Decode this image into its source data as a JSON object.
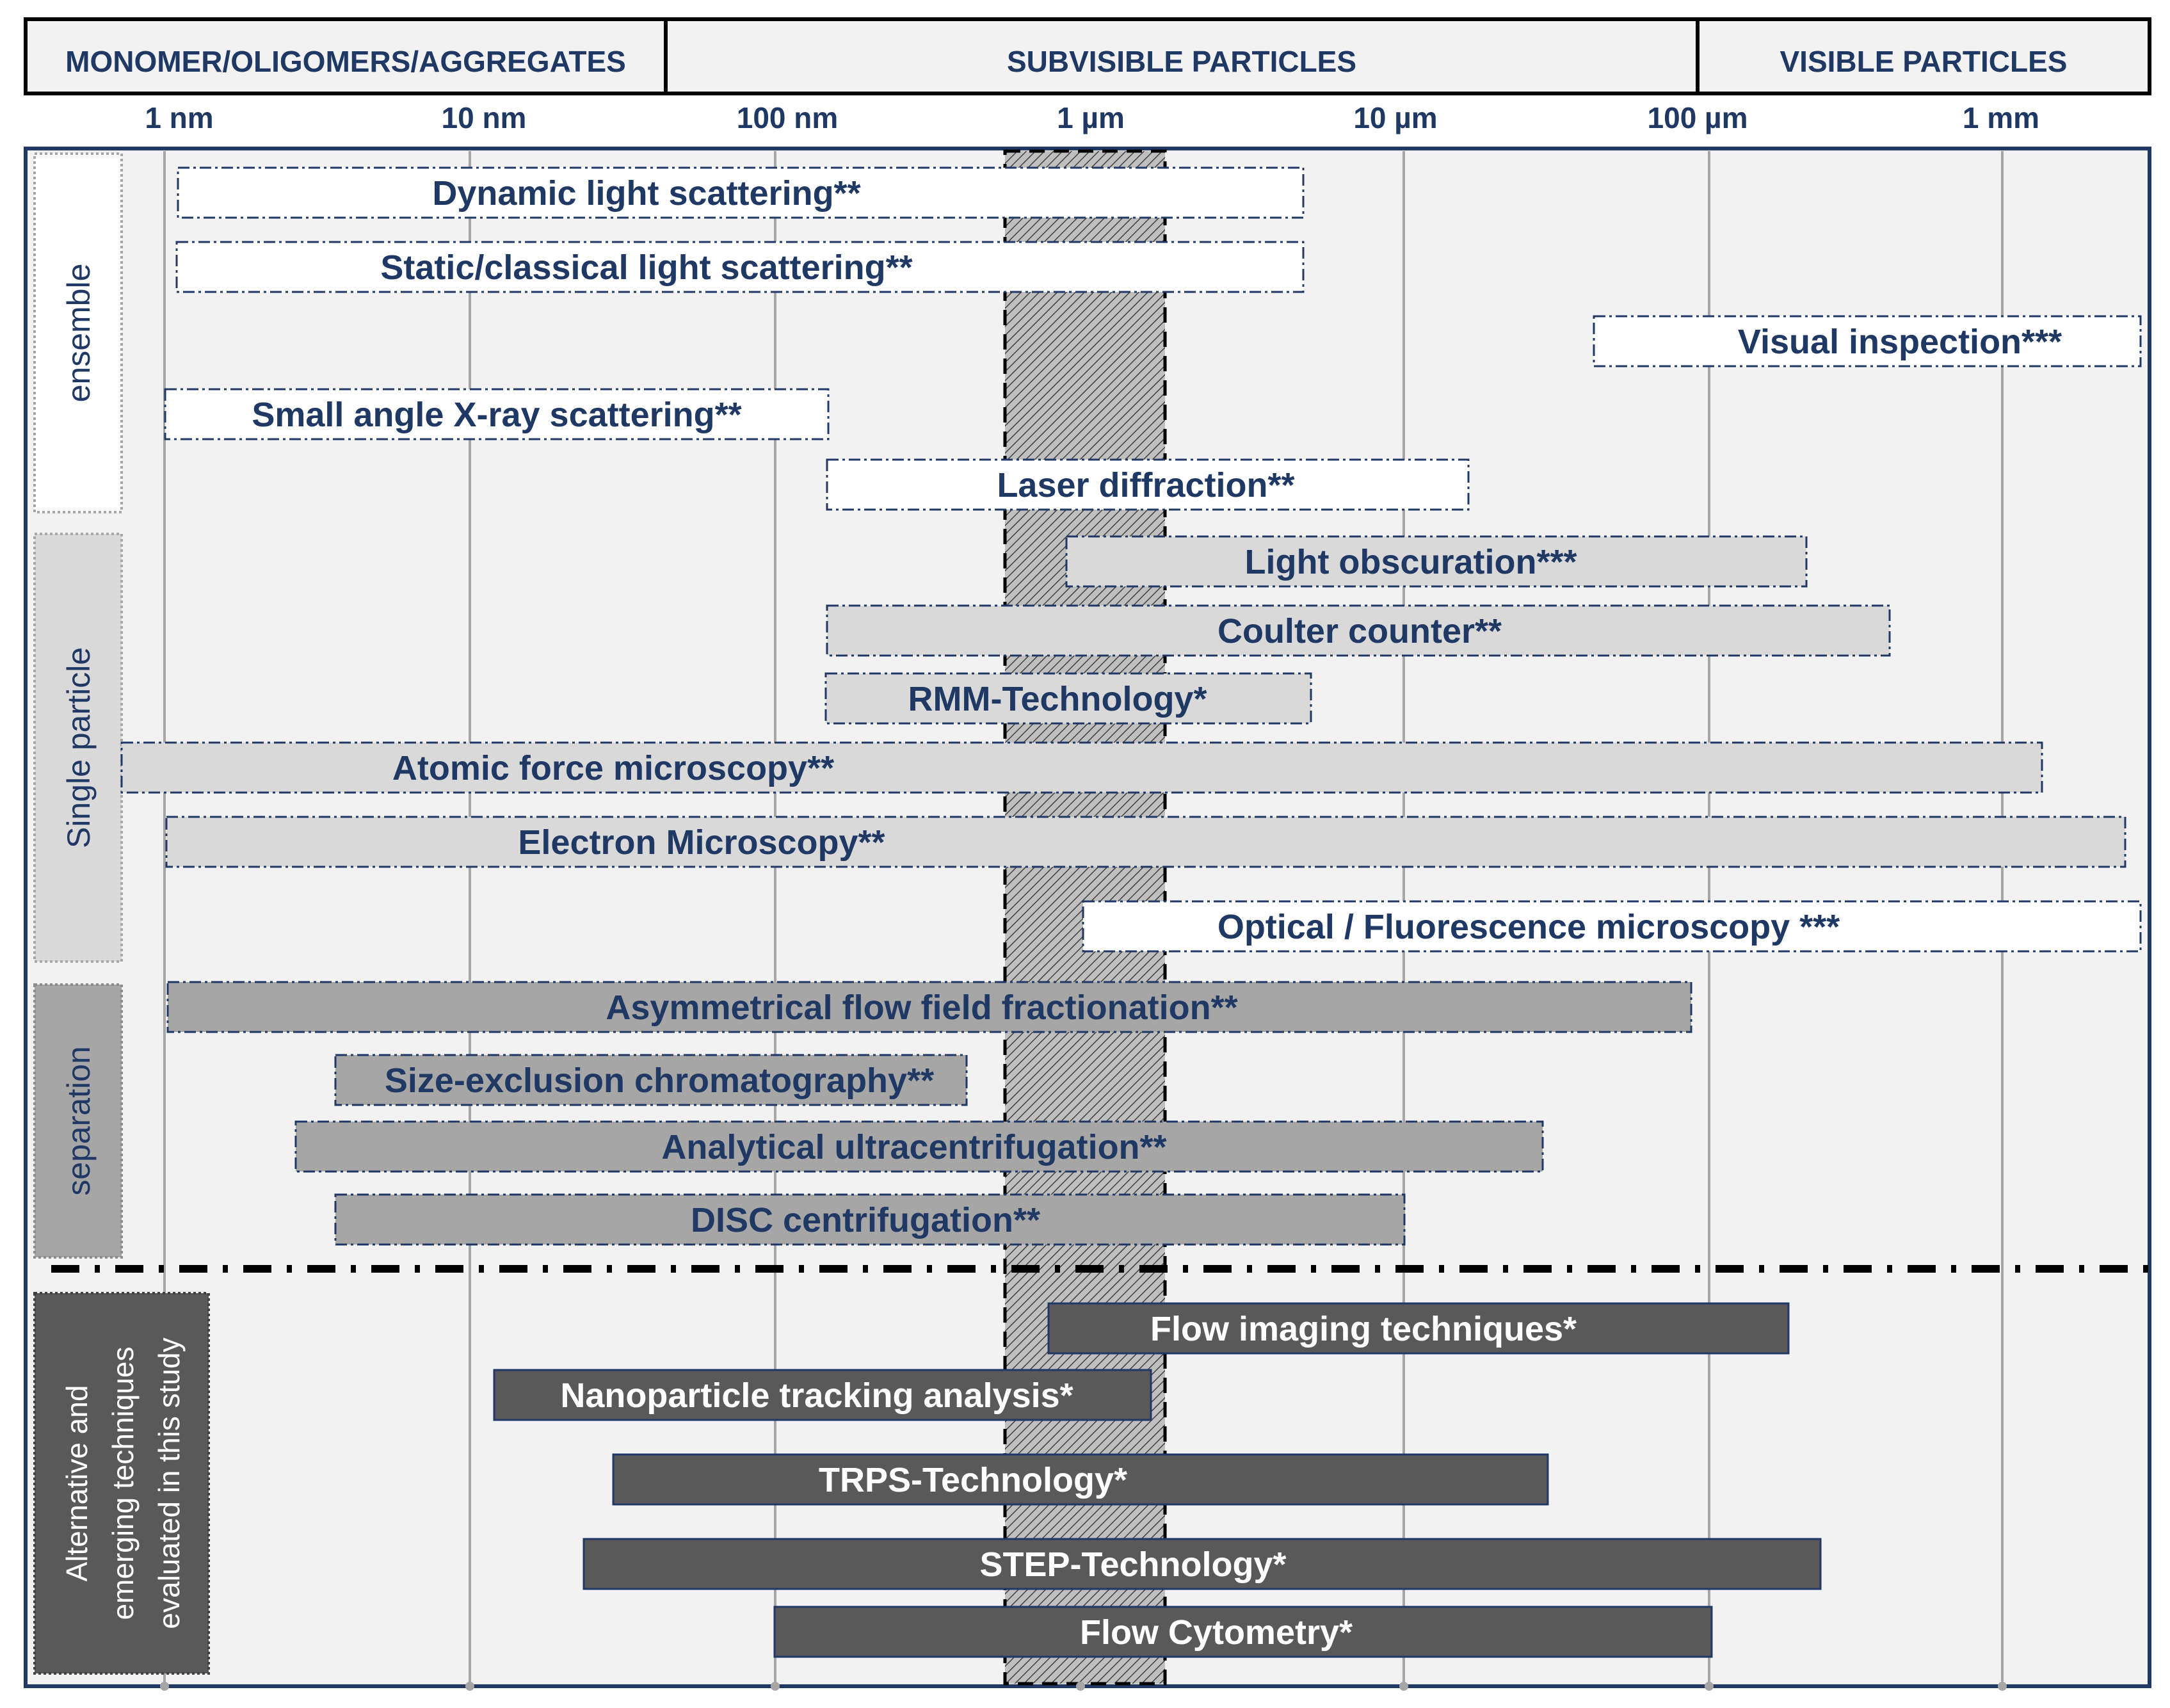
{
  "header": {
    "regions": [
      {
        "label": "MONOMER/OLIGOMERS/AGGREGATES"
      },
      {
        "label": "SUBVISIBLE PARTICLES"
      },
      {
        "label": "VISIBLE PARTICLES"
      }
    ]
  },
  "axis": {
    "scale": "log",
    "unit_min": "1 nm",
    "ticks": [
      "1 nm",
      "10 nm",
      "100 nm",
      "1 µm",
      "10 µm",
      "100 µm",
      "1 mm"
    ]
  },
  "highlight_band": {
    "from_nm": 750,
    "to_nm": 2000
  },
  "categories": [
    {
      "label": "ensemble",
      "style": "white"
    },
    {
      "label": "Single particle",
      "style": "lightgray"
    },
    {
      "label": "separation",
      "style": "midgray"
    },
    {
      "label": "Alternative and emerging techniques evaluated  in this study",
      "lines": [
        "Alternative and",
        "emerging techniques",
        "evaluated  in this study"
      ],
      "style": "dark"
    }
  ],
  "colors": {
    "navy": "#1f3864",
    "white_bar": "#ffffff",
    "light_bar": "#d9d9d9",
    "mid_bar": "#a6a6a6",
    "dark_bar": "#595959",
    "background": "#f2f2f2"
  },
  "techniques": [
    {
      "label": "Dynamic light scattering**",
      "from_nm": 1.2,
      "to_nm": 7000,
      "group": "ensemble"
    },
    {
      "label": "Static/classical light scattering**",
      "from_nm": 1.2,
      "to_nm": 7000,
      "group": "ensemble"
    },
    {
      "label": "Visual inspection***",
      "from_nm": 45000,
      "to_nm": 2500000,
      "group": "ensemble"
    },
    {
      "label": "Small angle X-ray scattering**",
      "from_nm": 1,
      "to_nm": 150,
      "group": "ensemble"
    },
    {
      "label": "Laser diffraction**",
      "from_nm": 150,
      "to_nm": 20000,
      "group": "ensemble"
    },
    {
      "label": "Light obscuration***",
      "from_nm": 900,
      "to_nm": 200000,
      "group": "single"
    },
    {
      "label": "Coulter counter**",
      "from_nm": 150,
      "to_nm": 400000,
      "group": "single"
    },
    {
      "label": "RMM-Technology*",
      "from_nm": 150,
      "to_nm": 7500,
      "group": "single"
    },
    {
      "label": "Atomic force microscopy**",
      "from_nm": 0.7,
      "to_nm": 1100000,
      "group": "single"
    },
    {
      "label": "Electron Microscopy**",
      "from_nm": 1,
      "to_nm": 2300000,
      "group": "single"
    },
    {
      "label": "Optical / Fluorescence microscopy ***",
      "from_nm": 1000,
      "to_nm": 2500000,
      "group": "single"
    },
    {
      "label": "Asymmetrical flow field fractionation**",
      "from_nm": 1,
      "to_nm": 100000,
      "group": "separation"
    },
    {
      "label": "Size-exclusion chromatography**",
      "from_nm": 3.5,
      "to_nm": 400,
      "group": "separation"
    },
    {
      "label": "Analytical ultracentrifugation**",
      "from_nm": 2.5,
      "to_nm": 30000,
      "group": "separation"
    },
    {
      "label": "DISC centrifugation**",
      "from_nm": 3.5,
      "to_nm": 10000,
      "group": "separation"
    },
    {
      "label": "Flow imaging techniques*",
      "from_nm": 800,
      "to_nm": 150000,
      "group": "emerging"
    },
    {
      "label": "Nanoparticle tracking analysis*",
      "from_nm": 10,
      "to_nm": 1800,
      "group": "emerging"
    },
    {
      "label": "TRPS-Technology*",
      "from_nm": 28,
      "to_nm": 30000,
      "group": "emerging"
    },
    {
      "label": "STEP-Technology*",
      "from_nm": 22,
      "to_nm": 250000,
      "group": "emerging"
    },
    {
      "label": "Flow Cytometry*",
      "from_nm": 100,
      "to_nm": 120000,
      "group": "emerging"
    }
  ]
}
